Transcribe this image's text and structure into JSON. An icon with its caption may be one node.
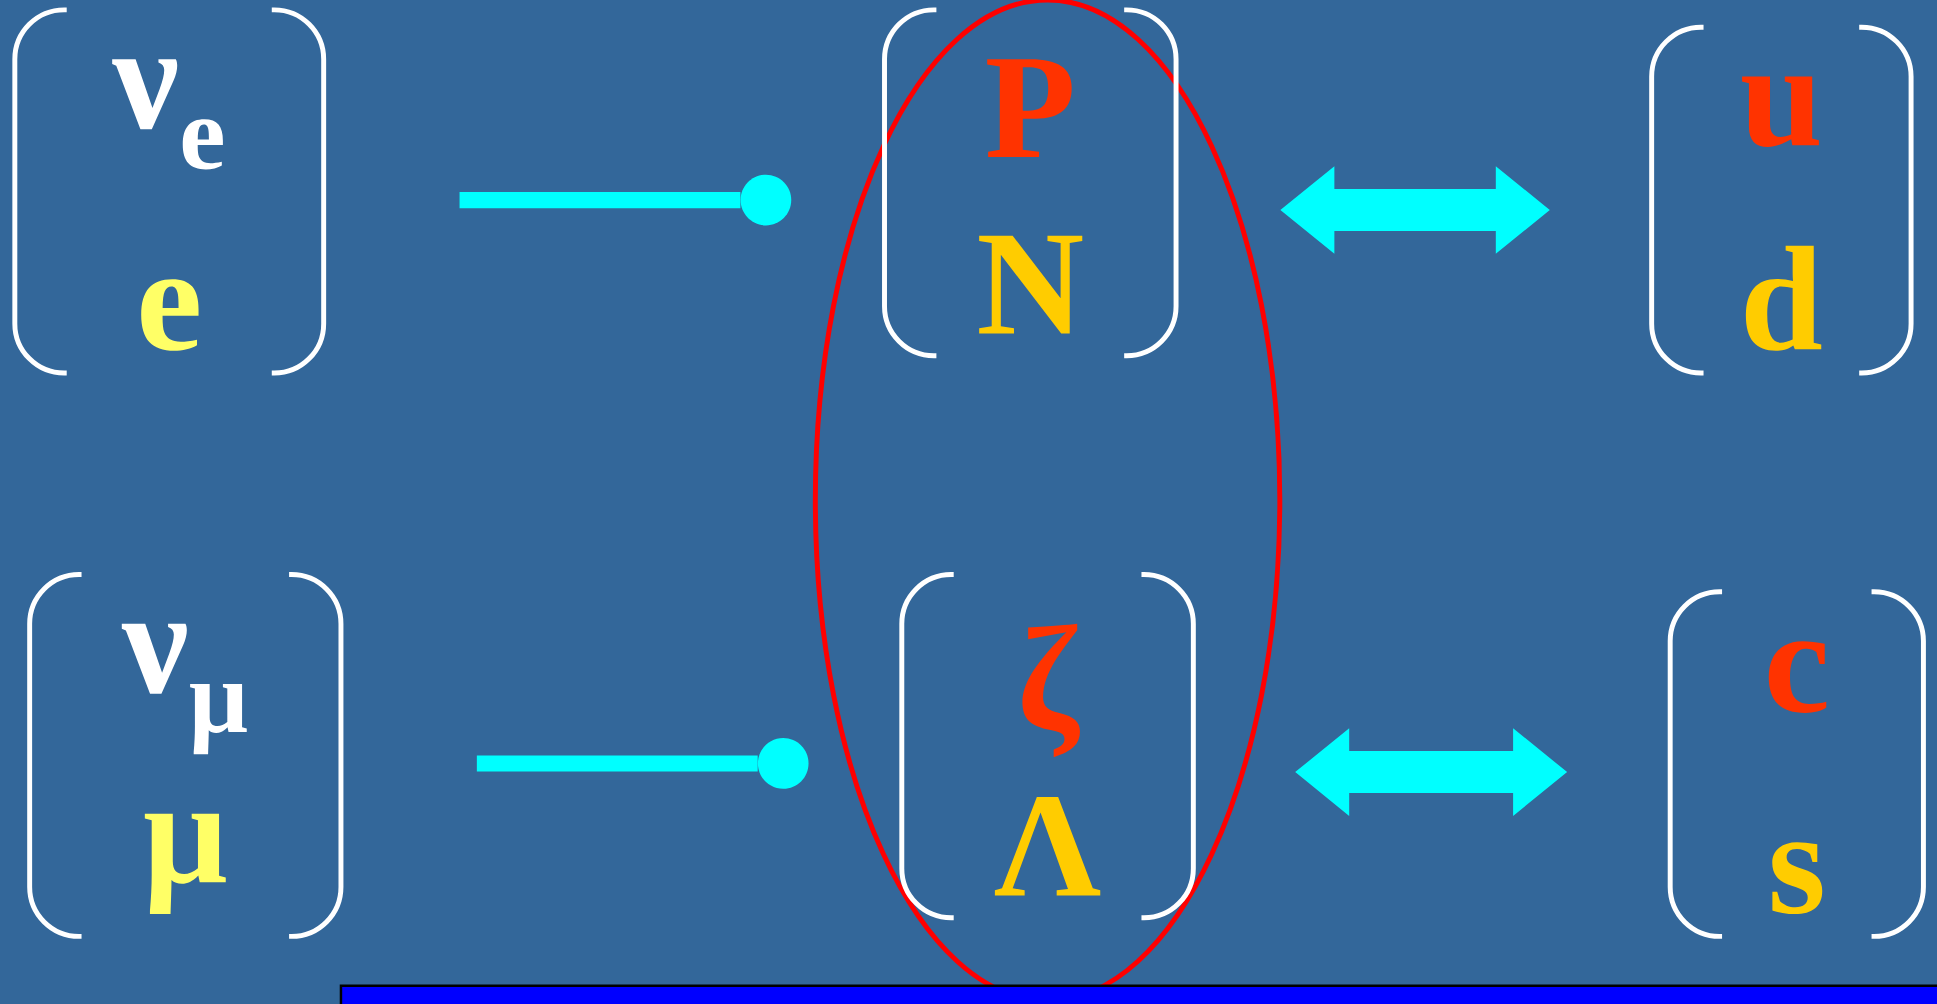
{
  "diagram": {
    "nodes": [
      {
        "text": [
          "ν$_{e}$",
          "e"
        ]
      },
      {
        "text": [
          "P",
          "N"
        ]
      },
      {
        "text": [
          "u",
          "d"
        ]
      },
      {
        "text": [
          "ν$_{μ}$",
          "μ"
        ]
      },
      {
        "text": [
          "ζ",
          "Λ"
        ]
      },
      {
        "text": [
          "c",
          "s"
        ]
      },
      {
        "text": [],
        "shape": "circle"
      },
      {
        "text": [],
        "shape": "circle"
      }
    ],
    "edges": [
      {
        "from": null,
        "to": 6,
        "arrow": "none"
      },
      {
        "from": 1,
        "to": 2,
        "arrow": "both",
        "style": "thick"
      },
      {
        "from": null,
        "to": 7,
        "arrow": "none"
      },
      {
        "from": 4,
        "to": 5,
        "arrow": "both",
        "style": "thick"
      }
    ]
  }
}
